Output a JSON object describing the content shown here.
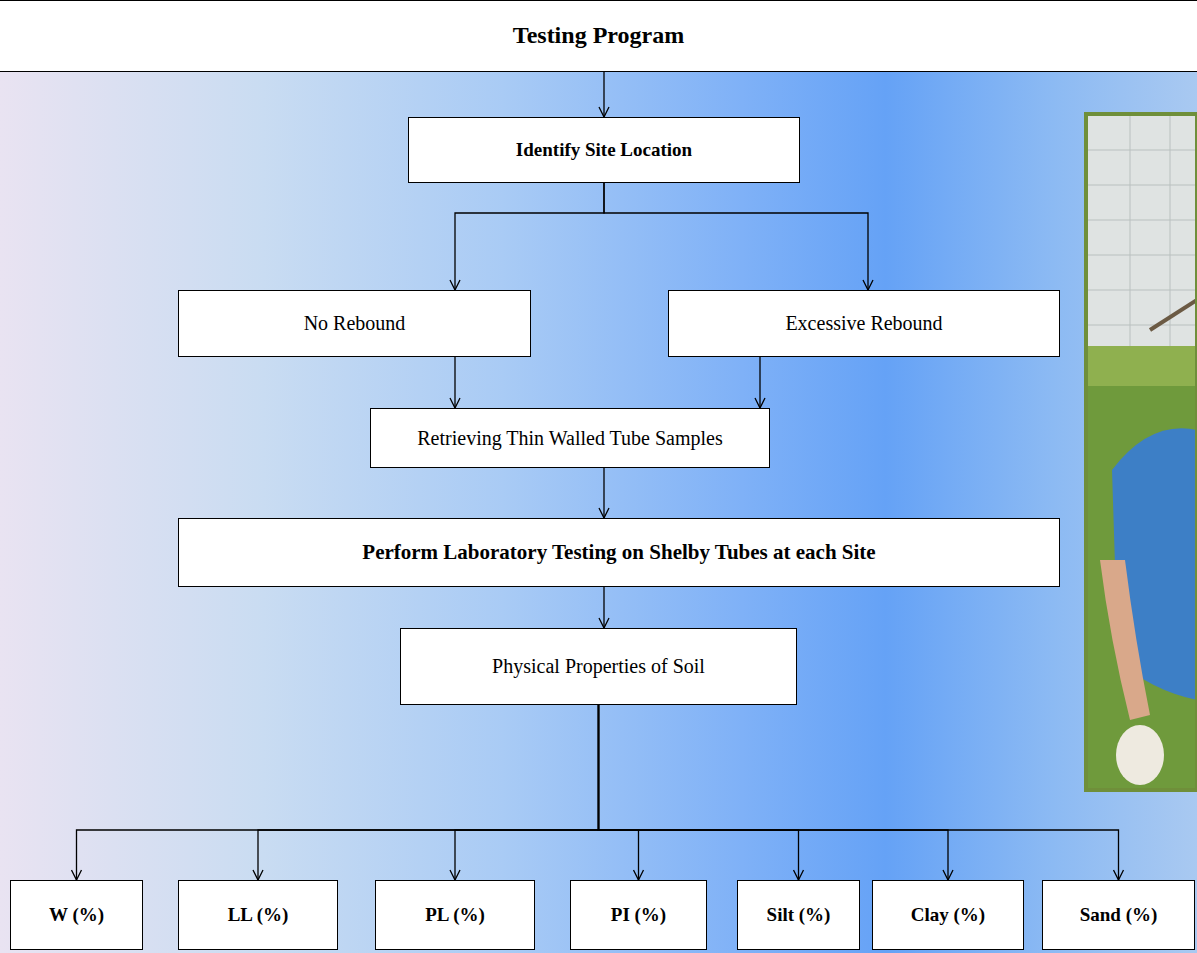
{
  "diagram": {
    "nodes": [
      {
        "text": [
          "Testing Program"
        ]
      },
      {
        "text": [
          "Identify Site Location"
        ]
      },
      {
        "text": [
          "No Rebound"
        ]
      },
      {
        "text": [
          "Excessive Rebound"
        ]
      },
      {
        "text": [
          "Retrieving Thin Walled Tube Samples"
        ]
      },
      {
        "text": [
          "Perform Laboratory Testing on Shelby Tubes at each Site"
        ]
      },
      {
        "text": [
          "Physical Properties of Soil"
        ]
      },
      {
        "text": [
          "W (%)"
        ]
      },
      {
        "text": [
          "LL (%)"
        ]
      },
      {
        "text": [
          "PL (%)"
        ]
      },
      {
        "text": [
          "PI (%)"
        ]
      },
      {
        "text": [
          "Silt (%)"
        ]
      },
      {
        "text": [
          "Clay (%)"
        ]
      },
      {
        "text": [
          "Sand (%)"
        ]
      }
    ],
    "edges": [
      {
        "from": 0,
        "to": 1,
        "arrow": "to"
      },
      {
        "from": 1,
        "to": 2,
        "arrow": "to"
      },
      {
        "from": 1,
        "to": 3,
        "arrow": "to"
      },
      {
        "from": 2,
        "to": 4,
        "arrow": "to"
      },
      {
        "from": 3,
        "to": 4,
        "arrow": "to"
      },
      {
        "from": 4,
        "to": 5,
        "arrow": "to"
      },
      {
        "from": 5,
        "to": 6,
        "arrow": "to"
      },
      {
        "from": 6,
        "to": 7,
        "arrow": "to"
      },
      {
        "from": 6,
        "to": 8,
        "arrow": "to"
      },
      {
        "from": 6,
        "to": 9,
        "arrow": "to"
      },
      {
        "from": 6,
        "to": 10,
        "arrow": "to"
      },
      {
        "from": 6,
        "to": 11,
        "arrow": "to"
      },
      {
        "from": 6,
        "to": 12,
        "arrow": "to"
      },
      {
        "from": 6,
        "to": 13,
        "arrow": "to"
      }
    ]
  }
}
